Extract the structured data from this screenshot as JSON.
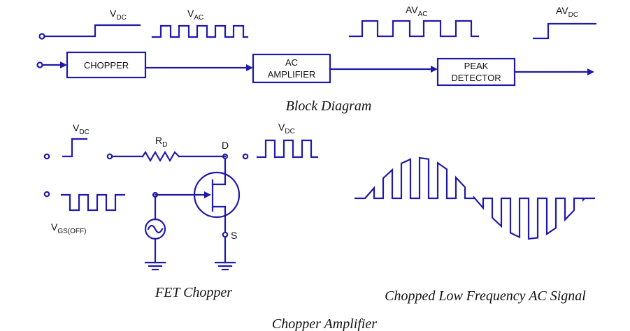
{
  "block_diagram": {
    "blocks": {
      "chopper": "CHOPPER",
      "ac_amplifier_line1": "AC",
      "ac_amplifier_line2": "AMPLIFIER",
      "peak_detector_line1": "PEAK",
      "peak_detector_line2": "DETECTOR"
    },
    "signals": {
      "vdc_in": {
        "main": "V",
        "sub": "DC"
      },
      "vac": {
        "main": "V",
        "sub": "AC"
      },
      "avac": {
        "main": "AV",
        "sub": "AC"
      },
      "avdc": {
        "main": "AV",
        "sub": "DC"
      }
    },
    "caption": "Block Diagram"
  },
  "fet_chopper": {
    "vdc_in": {
      "main": "V",
      "sub": "DC"
    },
    "vdc_out": {
      "main": "V",
      "sub": "DC"
    },
    "resistor": {
      "main": "R",
      "sub": "D"
    },
    "drain": "D",
    "source": "S",
    "vgs": {
      "main": "V",
      "sub": "GS(OFF)"
    },
    "caption": "FET Chopper"
  },
  "chopped_signal": {
    "caption": "Chopped Low Frequency AC Signal"
  },
  "figure_caption": "Chopper Amplifier",
  "colors": {
    "line": "#1f1aa8",
    "text": "#111111",
    "background": "#ffffff"
  }
}
